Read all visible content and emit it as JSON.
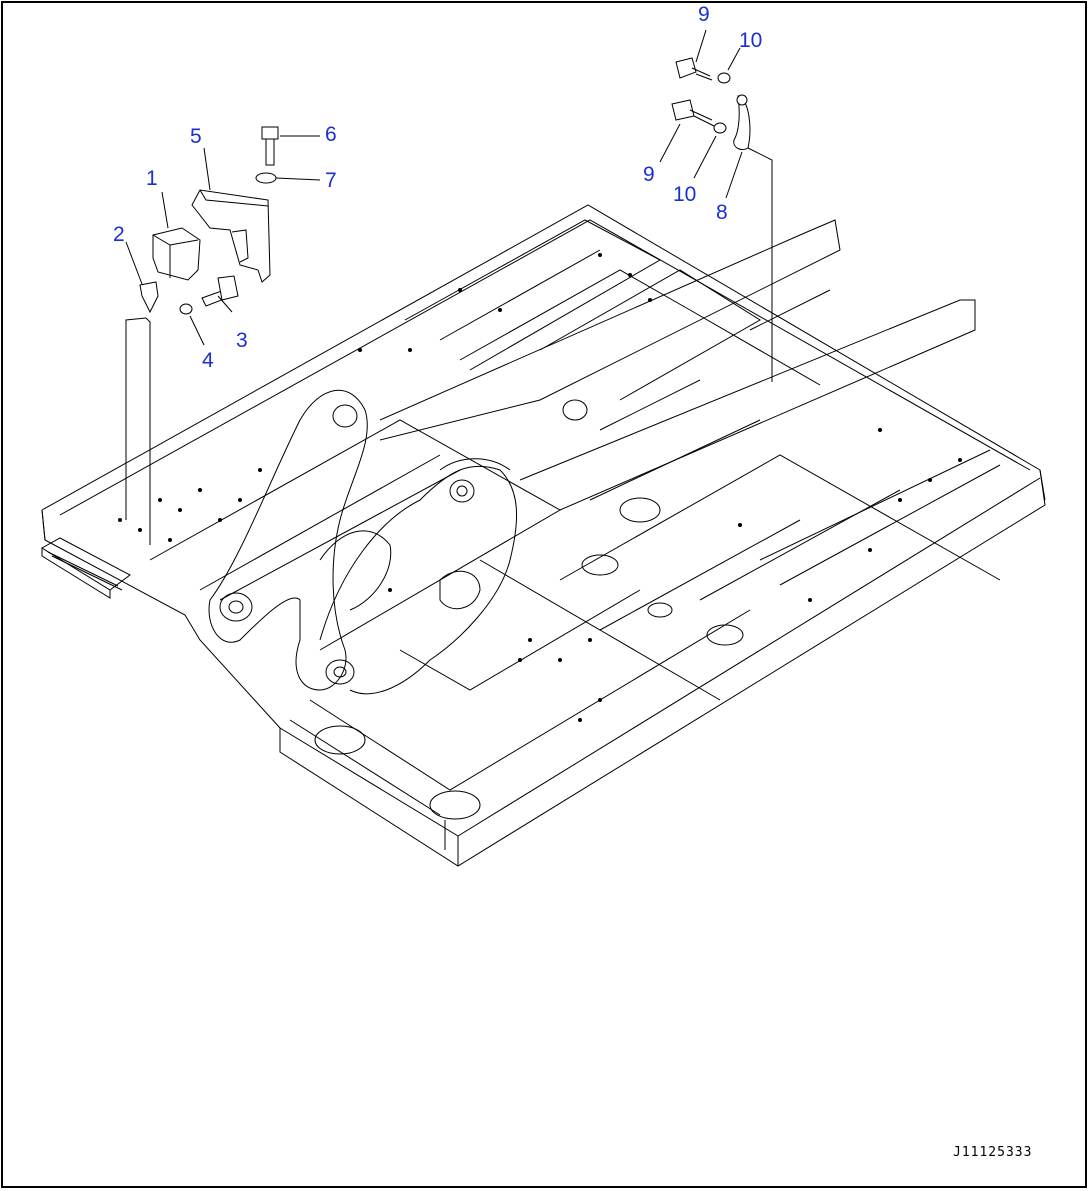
{
  "callouts": [
    {
      "id": "1",
      "label": "1"
    },
    {
      "id": "2",
      "label": "2"
    },
    {
      "id": "3",
      "label": "3"
    },
    {
      "id": "4",
      "label": "4"
    },
    {
      "id": "5",
      "label": "5"
    },
    {
      "id": "6",
      "label": "6"
    },
    {
      "id": "7",
      "label": "7"
    },
    {
      "id": "8",
      "label": "8"
    },
    {
      "id": "9a",
      "label": "9"
    },
    {
      "id": "9b",
      "label": "9"
    },
    {
      "id": "10a",
      "label": "10"
    },
    {
      "id": "10b",
      "label": "10"
    }
  ],
  "drawing_code": "J11125333",
  "colors": {
    "callout": "#1a2fd6",
    "line": "#000000",
    "background": "#ffffff"
  }
}
